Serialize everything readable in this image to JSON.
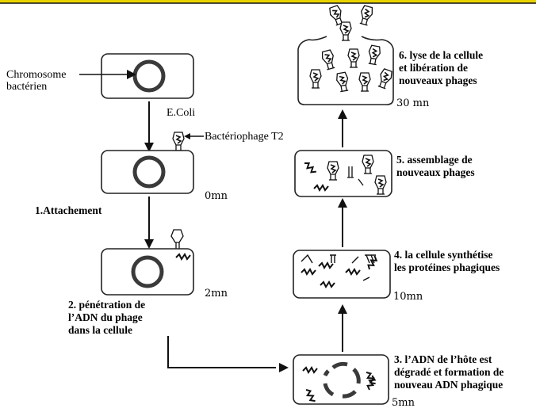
{
  "colors": {
    "top_bar": "#e8d300",
    "ink": "#111111",
    "ring": "#3a3a3a"
  },
  "labels": {
    "chromosome_line1": "Chromosome",
    "chromosome_line2": "bactérien",
    "ecoli": "E.Coli",
    "phage": "Bactériophage T2"
  },
  "steps": {
    "s1": "1.Attachement",
    "s2_l1": "2. pénétration de",
    "s2_l2": "l’ADN du phage",
    "s2_l3": "dans la cellule",
    "s3_l1": "3. l’ADN de l’hôte est",
    "s3_l2": "dégradé  et formation de",
    "s3_l3": "nouveau ADN phagique",
    "s4_l1": "4. la cellule synthétise",
    "s4_l2": "les protéines phagiques",
    "s5_l1": "5. assemblage de",
    "s5_l2": "nouveaux phages",
    "s6_l1": "6. lyse de la cellule",
    "s6_l2": "et libération de",
    "s6_l3": "nouveaux phages"
  },
  "times": {
    "t0": "0mn",
    "t2": "2mn",
    "t5": "5mn",
    "t10": "10mn",
    "t30": "30 mn"
  },
  "icons": [
    "phage-icon",
    "dna-fragment-icon",
    "chromosome-ring-icon",
    "arrow-icon"
  ]
}
